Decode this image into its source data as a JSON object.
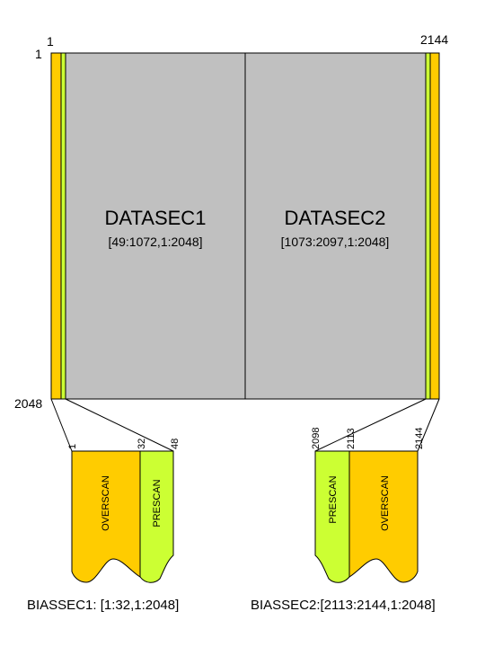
{
  "diagram": {
    "corner_labels": {
      "top_left_col": "1",
      "top_left_row": "1",
      "top_right_col": "2144",
      "bottom_left_row": "2048"
    },
    "datasec1": {
      "name": "DATASEC1",
      "range": "[49:1072,1:2048]"
    },
    "datasec2": {
      "name": "DATASEC2",
      "range": "[1073:2097,1:2048]"
    },
    "left_detail": {
      "ticks": [
        "1",
        "32",
        "48"
      ],
      "overscan_label": "OVERSCAN",
      "prescan_label": "PRESCAN",
      "caption": "BIASSEC1: [1:32,1:2048]"
    },
    "right_detail": {
      "ticks": [
        "2098",
        "2113",
        "2144"
      ],
      "prescan_label": "PRESCAN",
      "overscan_label": "OVERSCAN",
      "caption": "BIASSEC2:[2113:2144,1:2048]"
    },
    "colors": {
      "overscan": "#FFCC00",
      "prescan": "#CCFF33",
      "datasec": "#C0C0C0",
      "line": "#000000"
    }
  }
}
